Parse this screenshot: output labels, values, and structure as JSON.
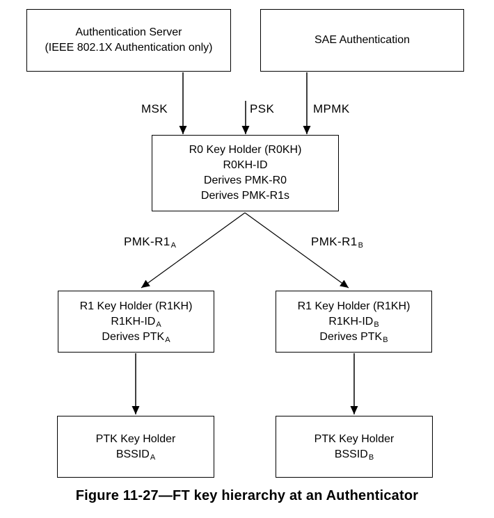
{
  "caption": "Figure 11-27—FT key hierarchy at an Authenticator",
  "colors": {
    "line": "#000000",
    "text": "#000000",
    "background": "#ffffff"
  },
  "nodes": {
    "auth_server": {
      "line1": "Authentication Server",
      "line2": "(IEEE 802.1X Authentication only)"
    },
    "sae_auth": {
      "line1": "SAE Authentication"
    },
    "r0_key_holder": {
      "line1": "R0 Key Holder (R0KH)",
      "line2": "R0KH-ID",
      "line3": "Derives PMK-R0",
      "line4": "Derives PMK-R1s"
    },
    "r1_key_holder_a": {
      "line1": "R1 Key Holder (R1KH)",
      "line2_main": "R1KH-ID",
      "line2_sub": "A",
      "line3_main": "Derives PTK",
      "line3_sub": "A"
    },
    "r1_key_holder_b": {
      "line1": "R1 Key Holder (R1KH)",
      "line2_main": "R1KH-ID",
      "line2_sub": "B",
      "line3_main": "Derives PTK",
      "line3_sub": "B"
    },
    "ptk_key_holder_a": {
      "line1": "PTK Key Holder",
      "line2_main": "BSSID",
      "line2_sub": "A"
    },
    "ptk_key_holder_b": {
      "line1": "PTK Key Holder",
      "line2_main": "BSSID",
      "line2_sub": "B"
    }
  },
  "edge_labels": {
    "msk": "MSK",
    "psk": "PSK",
    "mpmk": "MPMK",
    "pmk_r1_a": {
      "main": "PMK-R1",
      "sub": "A"
    },
    "pmk_r1_b": {
      "main": "PMK-R1",
      "sub": "B"
    }
  }
}
